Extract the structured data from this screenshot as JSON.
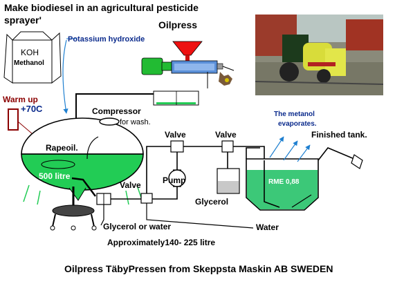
{
  "title_line1": "Make biodiesel in an agricultural pesticide",
  "title_line2": "sprayer'",
  "oilpress_label": "Oilpress",
  "potassium_label": "Potassium hydroxide",
  "koh_label": "KOH",
  "methanol_label": "Methanol",
  "warmup_label": "Warm up",
  "temperature_label": "+70C",
  "compressor_label": "Compressor",
  "wash_label": "for wash.",
  "rapeoil_label": "Rapeoil.",
  "volume_label": "500 litre",
  "valve_labels": [
    "Valve",
    "Valve",
    "Valve"
  ],
  "pump_label": "Pump",
  "glycerol_label": "Glycerol",
  "metanol_note_line1": "The metanol",
  "metanol_note_line2": "evaporates.",
  "finished_label": "Finished tank.",
  "rme_label": "RME 0,88",
  "glycerol_water_label": "Glycerol or water",
  "water_label": "Water",
  "approx_label": "Approximately140- 225 litre",
  "footer_label": "Oilpress TäbyPressen from Skeppsta Maskin AB SWEDEN",
  "colors": {
    "liquid_green": "#22cc55",
    "tank_green": "#3cc878",
    "pipe": "#000000",
    "oilpress_hopper": "#ee1111",
    "oilpress_body": "#22bb33",
    "arrow_blue": "#1e7fd0",
    "warm_box": "#8b0000"
  }
}
